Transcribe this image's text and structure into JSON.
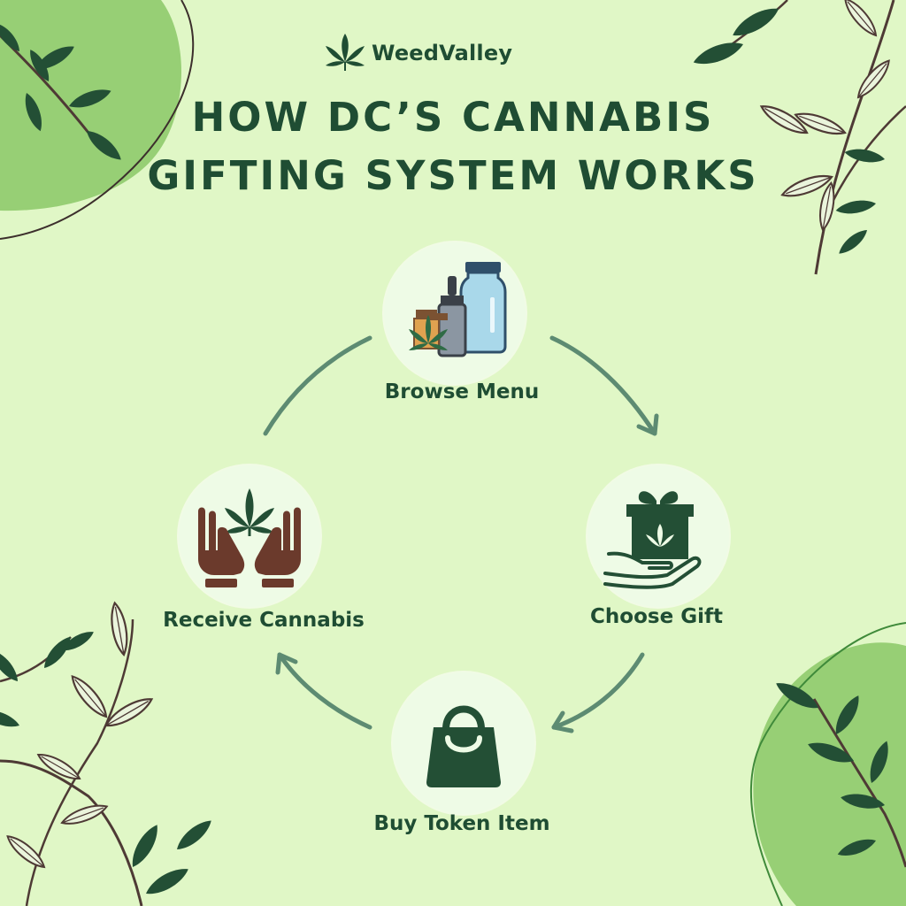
{
  "brand": {
    "name": "WeedValley",
    "logo_icon": "cannabis-leaf-icon"
  },
  "title": {
    "line1": "HOW DC’S CANNABIS",
    "line2": "GIFTING SYSTEM WORKS"
  },
  "steps": [
    {
      "label": "Browse Menu",
      "icon": "product-bottles-icon"
    },
    {
      "label": "Choose Gift",
      "icon": "gift-box-hand-icon"
    },
    {
      "label": "Buy Token Item",
      "icon": "shopping-bag-icon"
    },
    {
      "label": "Receive Cannabis",
      "icon": "hands-leaf-icon"
    }
  ],
  "colors": {
    "background": "#e0f7c6",
    "text": "#1f4d33",
    "arrow": "#5d8b72",
    "node": "#eefbe6",
    "blob": "#97cf75"
  }
}
